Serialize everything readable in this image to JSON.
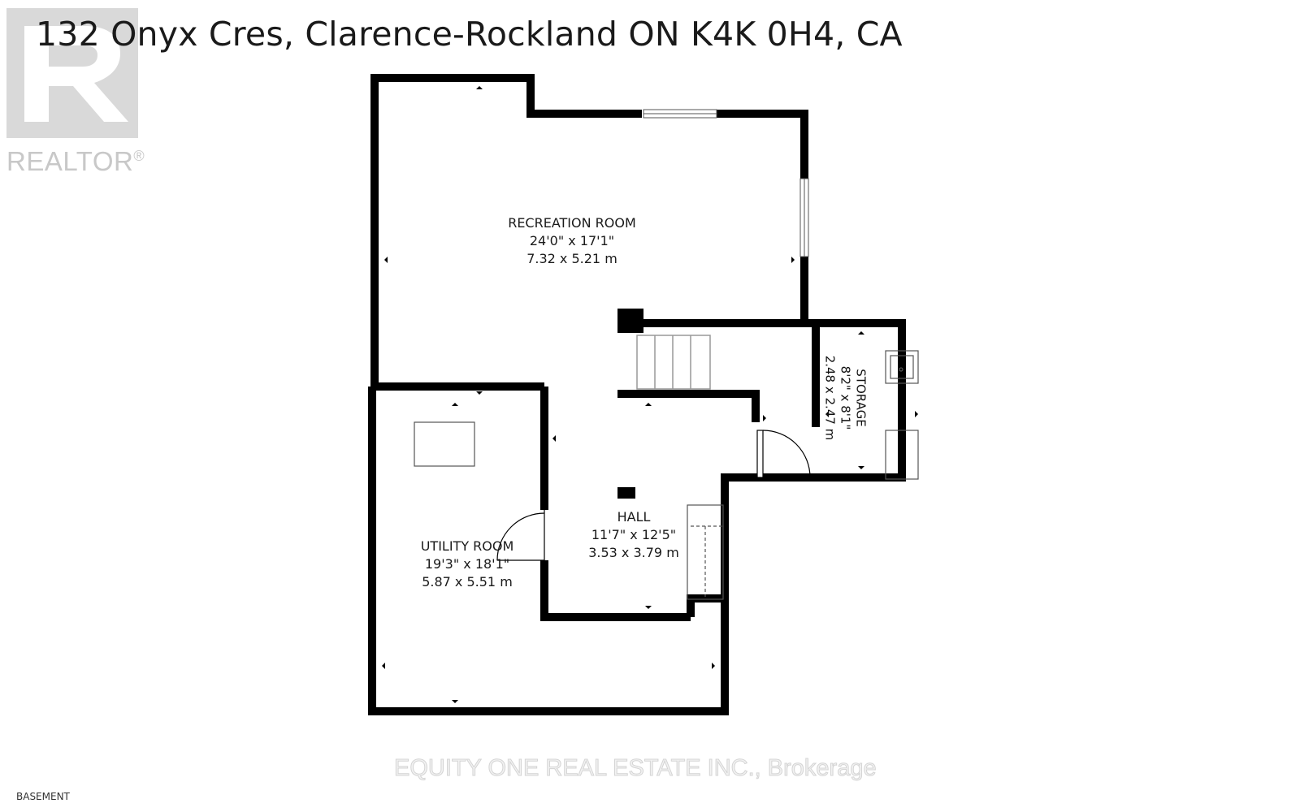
{
  "header": {
    "address": "132 Onyx Cres, Clarence-Rockland ON K4K 0H4, CA"
  },
  "logo": {
    "text": "REALTOR",
    "mark": "®",
    "color": "#d9d9d9"
  },
  "rooms": {
    "recreation": {
      "name": "RECREATION ROOM",
      "imperial": "24'0\" x 17'1\"",
      "metric": "7.32 x 5.21 m"
    },
    "hall": {
      "name": "HALL",
      "imperial": "11'7\" x 12'5\"",
      "metric": "3.53 x 3.79 m"
    },
    "utility": {
      "name": "UTILITY ROOM",
      "imperial": "19'3\" x 18'1\"",
      "metric": "5.87 x 5.51 m"
    },
    "storage": {
      "name": "STORAGE",
      "imperial": "8'2\" x 8'1\"",
      "metric": "2.48 x 2.47 m"
    }
  },
  "watermark": "EQUITY ONE REAL ESTATE INC., Brokerage",
  "floor": "BASEMENT",
  "colors": {
    "wall": "#000000",
    "detail": "#888888"
  }
}
